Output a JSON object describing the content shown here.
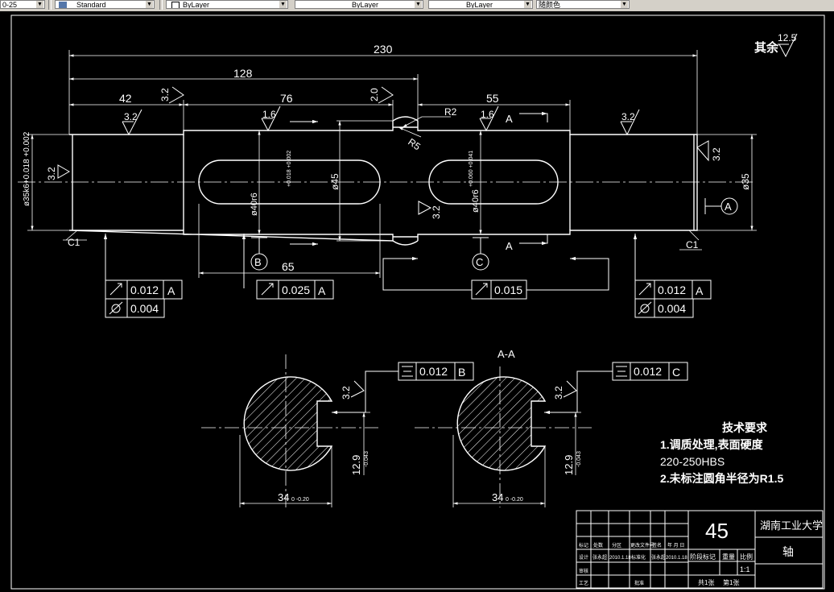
{
  "toolbar": {
    "scale_combo": "0-25",
    "textstyle_combo": "Standard",
    "layer_combo": "ByLayer",
    "linetype_combo": "ByLayer",
    "lineweight_combo": "ByLayer",
    "color_combo": "随颜色"
  },
  "drawing": {
    "dims": {
      "overall": "230",
      "d128": "128",
      "d42": "42",
      "d76": "76",
      "d55": "55",
      "d65": "65",
      "r2": "R2",
      "r5": "R5",
      "dia35k6": "ø35k6+0.018 +0.002",
      "dia35": "ø35",
      "dia45": "ø45",
      "dia40r6_left": "ø40r6",
      "dia40r6_right": "ø40r6",
      "tol_left": "+0.018 +0.002",
      "tol_right": "+0.060 +0.041",
      "c1_left": "C1",
      "c1_right": "C1"
    },
    "roughness": {
      "r32_a": "3.2",
      "r32_b": "3.2",
      "r16_a": "1.6",
      "r20": "2.0",
      "r16_b": "1.6",
      "r32_c": "3.2",
      "r32_d": "3.2",
      "r32_e": "3.2",
      "r32_f": "3.2",
      "r32_g": "3.2",
      "r32_h": "3.2",
      "rest_label": "其余",
      "rest_value": "12.5"
    },
    "datums": {
      "a": "A",
      "b": "B",
      "c": "C"
    },
    "section_marks": {
      "a_top": "A",
      "a_bottom": "A"
    },
    "tolerances": {
      "left_runout": "0.012",
      "left_runout_datum": "A",
      "left_cyl": "0.004",
      "mid_runout": "0.025",
      "mid_runout_datum": "A",
      "center_runout": "0.015",
      "right_runout": "0.012",
      "right_runout_datum": "A",
      "right_cyl": "0.004",
      "sym_b": "0.012",
      "sym_b_datum": "B",
      "sym_c": "0.012",
      "sym_c_datum": "C"
    },
    "sections": {
      "title": "A-A",
      "left_width": "34",
      "left_width_tol": "0 -0.20",
      "left_depth": "12.9",
      "left_depth_tol": "-0.043",
      "right_width": "34",
      "right_width_tol": "0 -0.20",
      "right_depth": "12.9",
      "right_depth_tol": "-0.043"
    },
    "tech_req": {
      "title": "技术要求",
      "line1": "1.调质处理,表面硬度",
      "line2": "220-250HBS",
      "line3": "2.未标注圆角半径为R1.5"
    },
    "title_block": {
      "material": "45",
      "school": "湖南工业大学",
      "part": "轴",
      "scale": "1:1",
      "stage_label": "阶段标记",
      "weight_label": "重量",
      "ratio_label": "比例",
      "sheets_total": "共1张",
      "sheet_no": "第1张",
      "h_mark": "标记",
      "h_count": "处数",
      "h_zone": "分区",
      "h_change": "更改文件号",
      "h_sign": "签名",
      "h_date": "年 月 日",
      "r_design": "设计",
      "r_designer": "张永超",
      "r_date": "2010.1.18",
      "r_std": "标准化",
      "r_std_name": "张永超",
      "r_std_date": "2010.1.18",
      "r_review": "审核",
      "r_process": "工艺",
      "r_approve": "批准"
    }
  }
}
